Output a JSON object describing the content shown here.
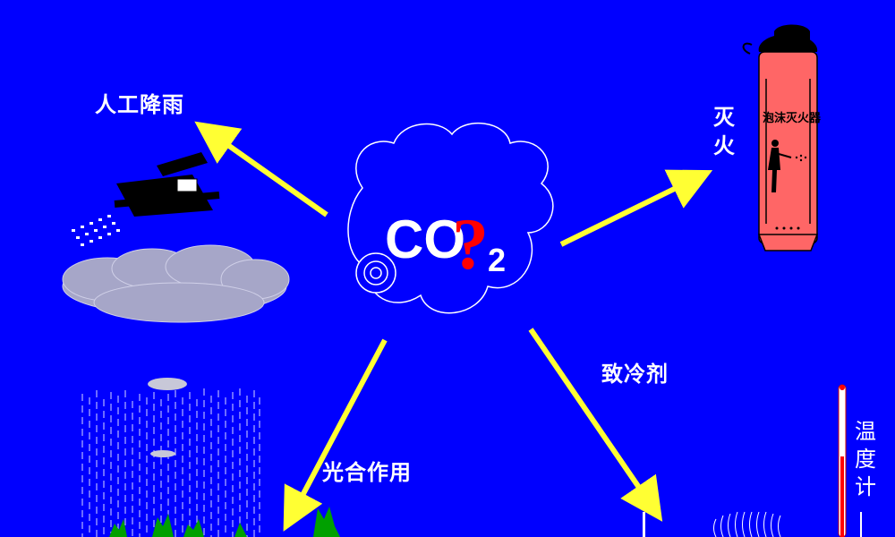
{
  "center": {
    "co_text": "CO",
    "subscript": "2",
    "question_mark": "?"
  },
  "uses": {
    "artificial_rain": "人工降雨",
    "fire_fighting": "灭火",
    "refrigerant": "致冷剂",
    "photosynthesis": "光合作用"
  },
  "extinguisher": {
    "label": "泡沫灭火器"
  },
  "thermometer": {
    "label": "温度计"
  },
  "colors": {
    "background": "#0000FF",
    "arrow": "#FFFF33",
    "text": "#FFFFFF",
    "question": "#FF0000",
    "extinguisher": "#FF6666",
    "cloud": "#A6A6C8",
    "plant": "#00A000"
  }
}
